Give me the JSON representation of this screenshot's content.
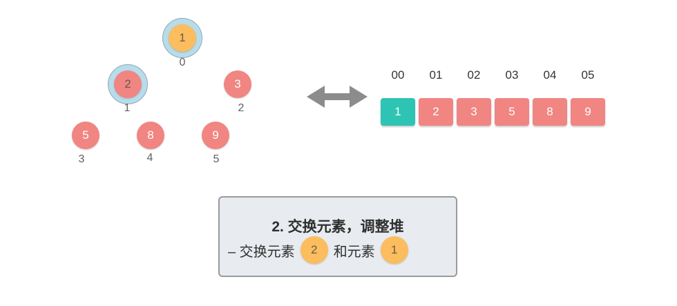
{
  "colors": {
    "node_red": "#f08582",
    "node_orange": "#fbbd5e",
    "cell_teal": "#2ec4b4",
    "cell_red": "#f08582",
    "halo": "#b9dcea",
    "arrow": "#8c8c8c"
  },
  "tree": {
    "nodes": [
      {
        "value": "1",
        "index": "0",
        "color": "orange",
        "highlighted": true
      },
      {
        "value": "2",
        "index": "1",
        "color": "red",
        "highlighted": true
      },
      {
        "value": "3",
        "index": "2",
        "color": "red",
        "highlighted": false
      },
      {
        "value": "5",
        "index": "3",
        "color": "red",
        "highlighted": false
      },
      {
        "value": "8",
        "index": "4",
        "color": "red",
        "highlighted": false
      },
      {
        "value": "9",
        "index": "5",
        "color": "red",
        "highlighted": false
      }
    ]
  },
  "arrow_icon": "double-arrow-icon",
  "array": {
    "indices": [
      "00",
      "01",
      "02",
      "03",
      "04",
      "05"
    ],
    "cells": [
      {
        "value": "1",
        "color": "teal"
      },
      {
        "value": "2",
        "color": "red"
      },
      {
        "value": "3",
        "color": "red"
      },
      {
        "value": "5",
        "color": "red"
      },
      {
        "value": "8",
        "color": "red"
      },
      {
        "value": "9",
        "color": "red"
      }
    ]
  },
  "caption": {
    "title": "2. 交换元素，调整堆",
    "line_prefix": "– 交换元素",
    "element_a": "2",
    "middle": "和元素",
    "element_b": "1"
  }
}
